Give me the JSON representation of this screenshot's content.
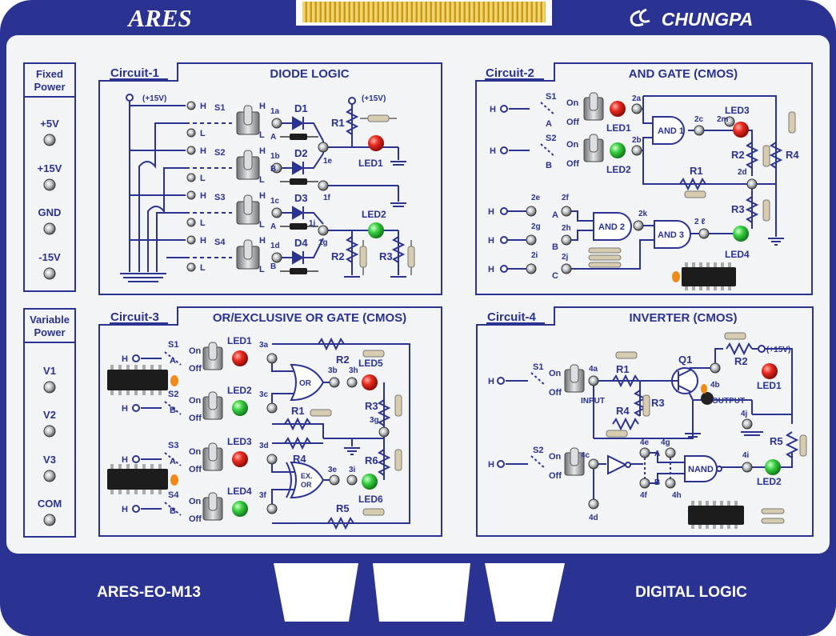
{
  "header": {
    "brand_left": "ARES",
    "brand_right": "CHUNGPA"
  },
  "footer": {
    "model": "ARES-EO-M13",
    "subject": "DIGITAL LOGIC"
  },
  "colors": {
    "navy": "#2a3292",
    "panel": "#f3f4f5",
    "led_red": "#e02020",
    "led_green": "#2ecc3a",
    "connector": "#e2b238"
  },
  "left_panel": {
    "fixed_title_1": "Fixed",
    "fixed_title_2": "Power",
    "fixed": [
      "+5V",
      "+15V",
      "GND",
      "-15V"
    ],
    "variable_title_1": "Variable",
    "variable_title_2": "Power",
    "variable": [
      "V1",
      "V2",
      "V3",
      "COM"
    ]
  },
  "circuit1": {
    "label": "Circuit-1",
    "title": "DIODE LOGIC",
    "supply": "(+15V)",
    "supply_r": "(+15V)",
    "switches": [
      "S1",
      "S2",
      "S3",
      "S4"
    ],
    "diodes": [
      "D1",
      "D2",
      "D3",
      "D4"
    ],
    "nodes": [
      "1a",
      "1b",
      "1c",
      "1d",
      "1e",
      "1f",
      "1j",
      "1g"
    ],
    "h": "H",
    "l": "L",
    "a": "A",
    "b": "B",
    "r1": "R1",
    "r2": "R2",
    "r3": "R3",
    "led1": "LED1",
    "led2": "LED2"
  },
  "circuit2": {
    "label": "Circuit-2",
    "title": "AND GATE (CMOS)",
    "s1": "S1",
    "s2": "S2",
    "on": "On",
    "off": "Off",
    "a": "A",
    "b": "B",
    "c": "C",
    "led1": "LED1",
    "led2": "LED2",
    "led3": "LED3",
    "led4": "LED4",
    "and1": "AND 1",
    "and2": "AND 2",
    "and3": "AND 3",
    "r1": "R1",
    "r2": "R2",
    "r3": "R3",
    "r4": "R4",
    "n2a": "2a",
    "n2b": "2b",
    "n2c": "2c",
    "n2m": "2m",
    "n2d": "2d",
    "n2e": "2e",
    "n2f": "2f",
    "n2g": "2g",
    "n2h": "2h",
    "n2i": "2i",
    "n2j": "2j",
    "n2k": "2k",
    "n2l": "2 ℓ"
  },
  "circuit3": {
    "label": "Circuit-3",
    "title": "OR/EXCLUSIVE OR GATE (CMOS)",
    "switches": [
      "S1",
      "S2",
      "S3",
      "S4"
    ],
    "leds": [
      "LED1",
      "LED2",
      "LED3",
      "LED4"
    ],
    "led5": "LED5",
    "led6": "LED6",
    "nodes": [
      "3a",
      "3c",
      "3d",
      "3f"
    ],
    "n3b": "3b",
    "n3h": "3h",
    "n3g": "3g",
    "n3e": "3e",
    "n3i": "3i",
    "or": "OR",
    "exor1": "EX.",
    "exor2": "OR",
    "r1": "R1",
    "r2": "R2",
    "r3": "R3",
    "r4": "R4",
    "r5": "R5",
    "r6": "R6",
    "on": "On",
    "off": "Off",
    "a": "A",
    "b": "B",
    "h": "H"
  },
  "circuit4": {
    "label": "Circuit-4",
    "title": "INVERTER (CMOS)",
    "s1": "S1",
    "s2": "S2",
    "on": "On",
    "off": "Off",
    "h": "H",
    "input": "INPUT",
    "output": "OUTPUT",
    "nand": "NAND",
    "q1": "Q1",
    "supply": "(+15V)",
    "r1": "R1",
    "r2": "R2",
    "r3": "R3",
    "r4": "R4",
    "r5": "R5",
    "led1": "LED1",
    "led2": "LED2",
    "a": "A",
    "b": "B",
    "n4a": "4a",
    "n4b": "4b",
    "n4c": "4c",
    "n4d": "4d",
    "n4e": "4e",
    "n4f": "4f",
    "n4g": "4g",
    "n4h": "4h",
    "n4i": "4i",
    "n4j": "4j"
  }
}
